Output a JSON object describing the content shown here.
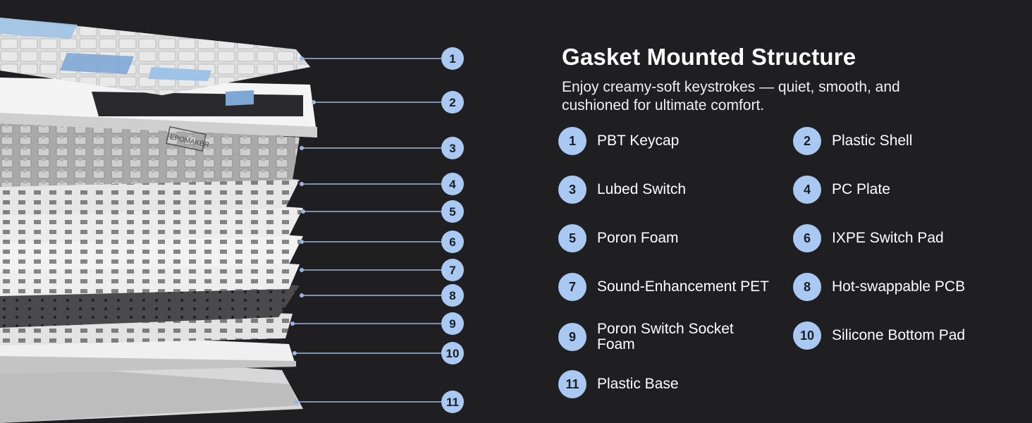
{
  "header": {
    "title": "Gasket Mounted Structure",
    "subtitle": "Enjoy creamy-soft keystrokes — quiet, smooth, and cushioned for ultimate comfort."
  },
  "brand_mark": "EPOMAKER",
  "layers": [
    {
      "number": "1",
      "label": "PBT Keycap"
    },
    {
      "number": "2",
      "label": "Plastic Shell"
    },
    {
      "number": "3",
      "label": "Lubed Switch"
    },
    {
      "number": "4",
      "label": "PC Plate"
    },
    {
      "number": "5",
      "label": "Poron Foam"
    },
    {
      "number": "6",
      "label": "IXPE Switch Pad"
    },
    {
      "number": "7",
      "label": "Sound-Enhancement PET"
    },
    {
      "number": "8",
      "label": "Hot-swappable PCB"
    },
    {
      "number": "9",
      "label": "Poron Switch Socket Foam"
    },
    {
      "number": "10",
      "label": "Silicone Bottom Pad"
    },
    {
      "number": "11",
      "label": "Plastic Base"
    }
  ],
  "colors": {
    "background": "#1f1f22",
    "badge": "#a9c8f2",
    "leader_line": "#9ab7e0",
    "keycap_blue": "#9fc3e6",
    "keycap_white": "#ececec",
    "pcb": "#4a4a4d"
  }
}
